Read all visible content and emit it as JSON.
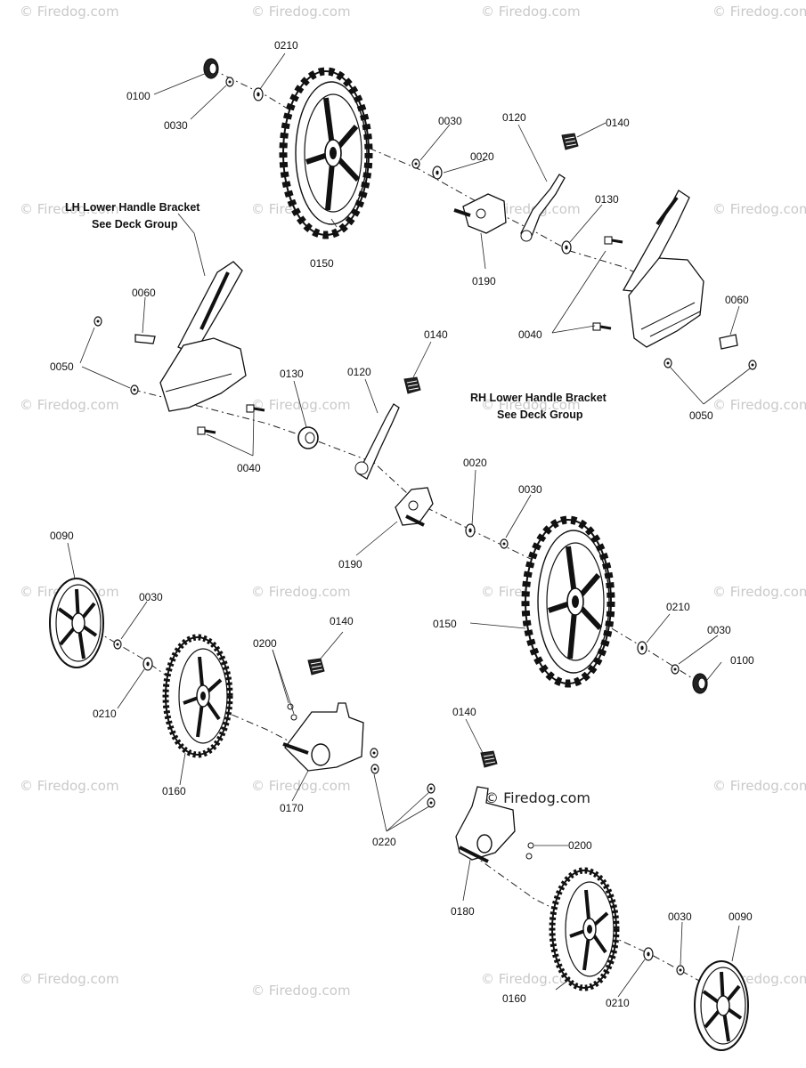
{
  "watermark": "© Firedog.com",
  "brand_mark": "© Firedog.com",
  "notes": {
    "lh_bracket_line1": "LH Lower Handle Bracket",
    "lh_bracket_line2": "See Deck Group",
    "rh_bracket_line1": "RH Lower Handle Bracket",
    "rh_bracket_line2": "See Deck Group"
  },
  "callouts": {
    "c0210_a": "0210",
    "c0100_a": "0100",
    "c0030_a": "0030",
    "c0030_b": "0030",
    "c0020_a": "0020",
    "c0120_a": "0120",
    "c0140_a": "0140",
    "c0130_a": "0130",
    "c0150_a": "0150",
    "c0190_a": "0190",
    "c0060_a": "0060",
    "c0050_a": "0050",
    "c0040_a": "0040",
    "c0060_b": "0060",
    "c0040_b": "0040",
    "c0050_b": "0050",
    "c0140_b": "0140",
    "c0130_b": "0130",
    "c0120_b": "0120",
    "c0020_b": "0020",
    "c0030_c": "0030",
    "c0190_b": "0190",
    "c0090_a": "0090",
    "c0030_d": "0030",
    "c0210_b": "0210",
    "c0150_b": "0150",
    "c0210_c": "0210",
    "c0030_e": "0030",
    "c0100_b": "0100",
    "c0140_c": "0140",
    "c0200_a": "0200",
    "c0160_a": "0160",
    "c0170_a": "0170",
    "c0220_a": "0220",
    "c0140_d": "0140",
    "c0200_b": "0200",
    "c0180_a": "0180",
    "c0160_b": "0160",
    "c0210_d": "0210",
    "c0030_f": "0030",
    "c0090_b": "0090"
  }
}
